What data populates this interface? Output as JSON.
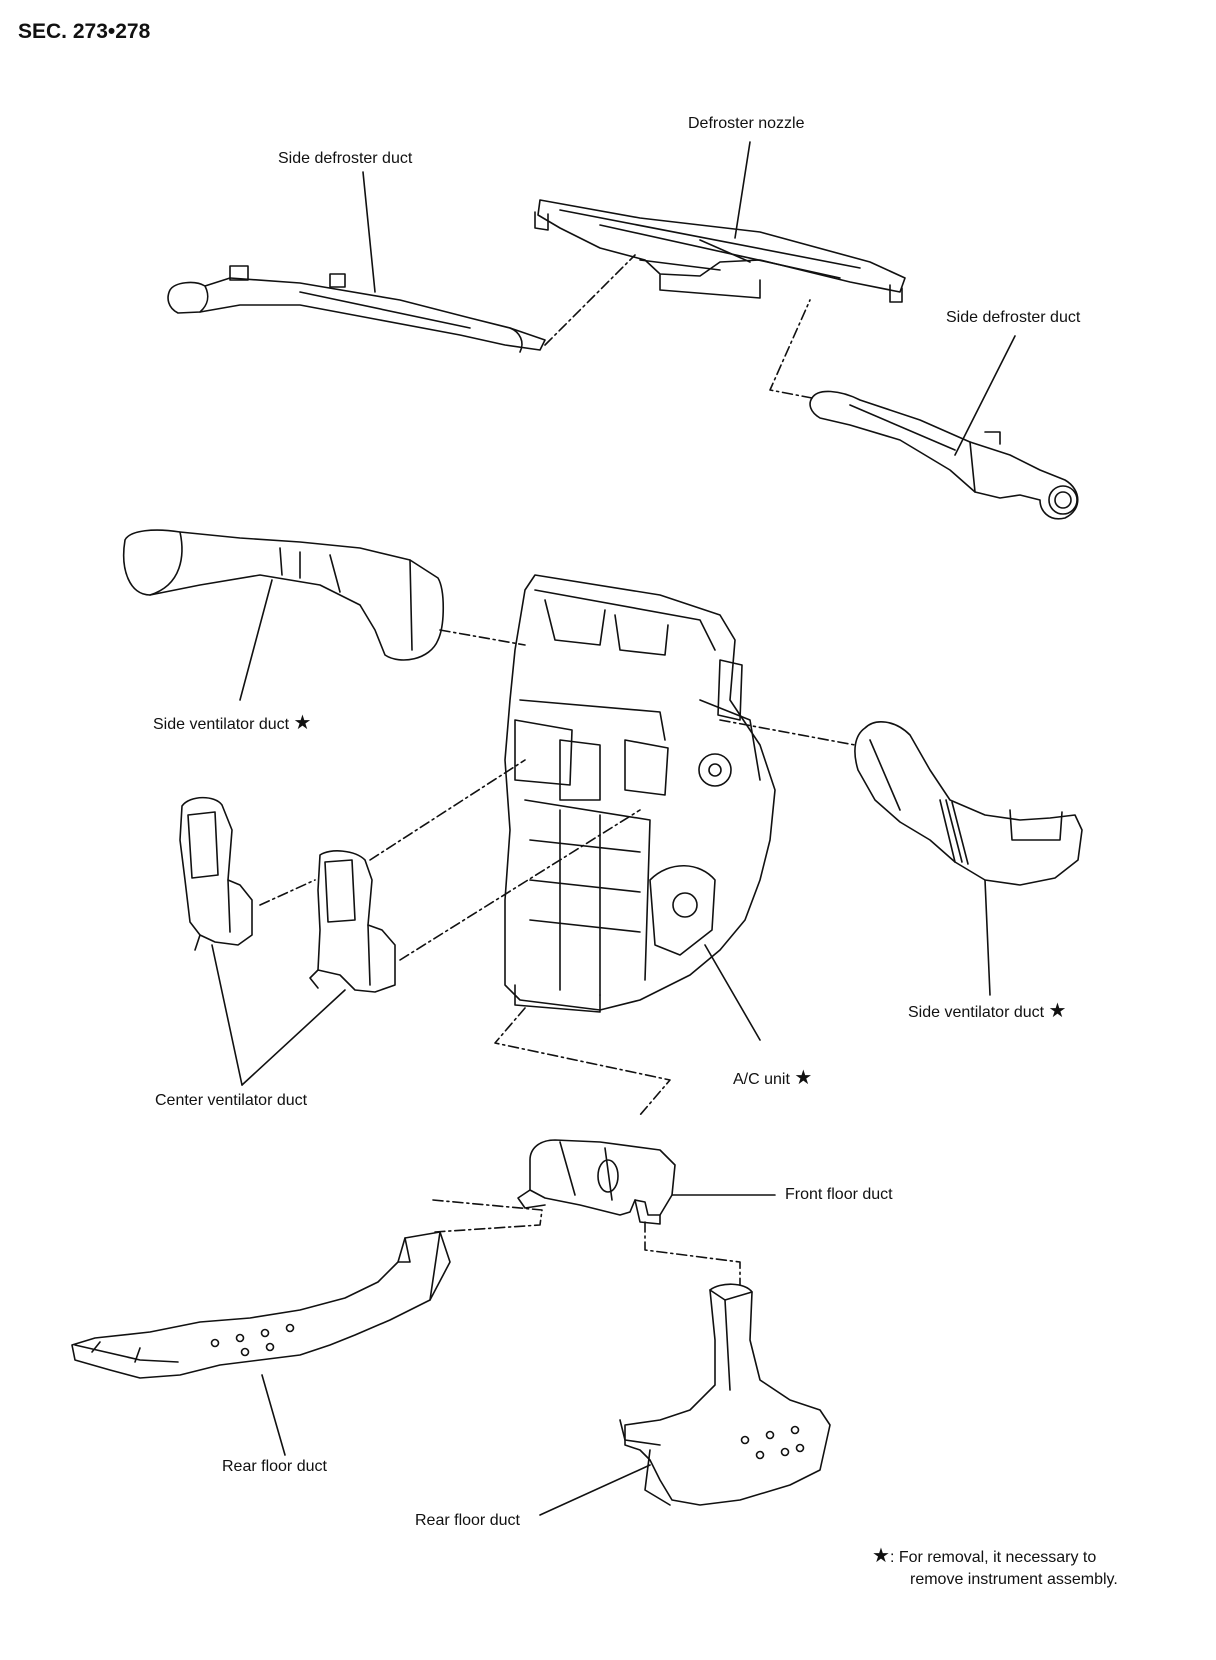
{
  "section": "SEC. 273•278",
  "labels": {
    "defroster_nozzle": "Defroster nozzle",
    "side_defroster_duct_left": "Side defroster duct",
    "side_defroster_duct_right": "Side defroster duct",
    "side_ventilator_duct_left": "Side ventilator duct",
    "side_ventilator_duct_right": "Side ventilator duct",
    "center_ventilator_duct": "Center ventilator duct",
    "ac_unit": "A/C unit",
    "front_floor_duct": "Front floor duct",
    "rear_floor_duct_left": "Rear floor duct",
    "rear_floor_duct_right": "Rear floor duct",
    "star": "★"
  },
  "note": {
    "symbol": "★",
    "line1": ": For removal, it necessary to",
    "line2": "remove instrument assembly."
  }
}
